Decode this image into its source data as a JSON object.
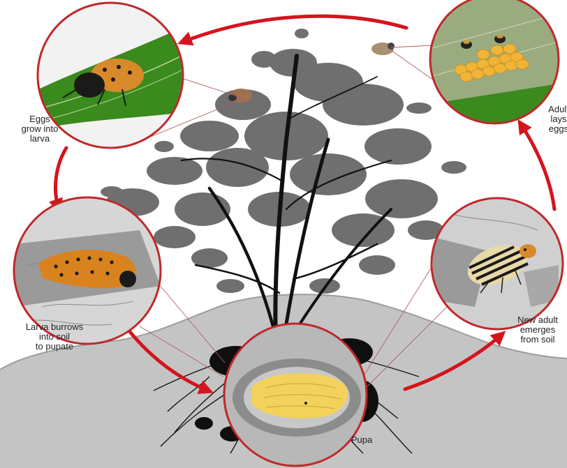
{
  "labels": {
    "eggs_grow_into_larva": "Eggs\ngrow into\nlarva",
    "adult_lays_eggs": "Adult\nlays\neggs",
    "larva_burrows": "Larva burrows\ninto soil\nto pupate",
    "new_adult_emerges": "New adult\nemerges\nfrom soil",
    "pupa": "Pupa"
  },
  "colors": {
    "arrow": "#d4141d",
    "circle_border": "#c0282b",
    "soil": "#c4c4c4",
    "foliage": "#6f6f6f",
    "stem": "#111111",
    "eggs": "#f0b436",
    "leaf_green": "#3a8a1e",
    "beetle_orange": "#d88a2a",
    "larva_orange": "#d9831e",
    "pupa_yellow": "#f2d25a",
    "stripe_cream": "#e9d9a8"
  },
  "icons": [
    "adult-beetle-icon",
    "egg-cluster-icon",
    "larva-icon",
    "pupa-icon",
    "striped-beetle-icon"
  ]
}
